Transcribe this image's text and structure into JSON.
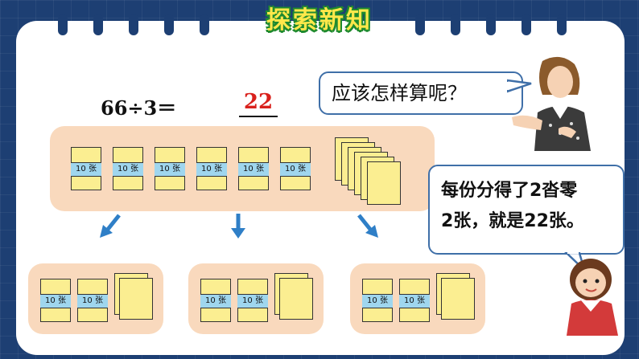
{
  "header": {
    "title": "探索新知"
  },
  "problem": {
    "equation": "66÷3＝",
    "answer": "22"
  },
  "bundle_label": "10 张",
  "speech": {
    "teacher": "应该怎样算呢？",
    "student_line1": "每份分得了2沓零",
    "student_line2": "2张，就是22张。"
  },
  "colors": {
    "accent": "#d9211c",
    "tray": "#f9d9bd",
    "paper": "#fbee91",
    "tag": "#9fd6ee",
    "arrow": "#2f7fc7"
  }
}
